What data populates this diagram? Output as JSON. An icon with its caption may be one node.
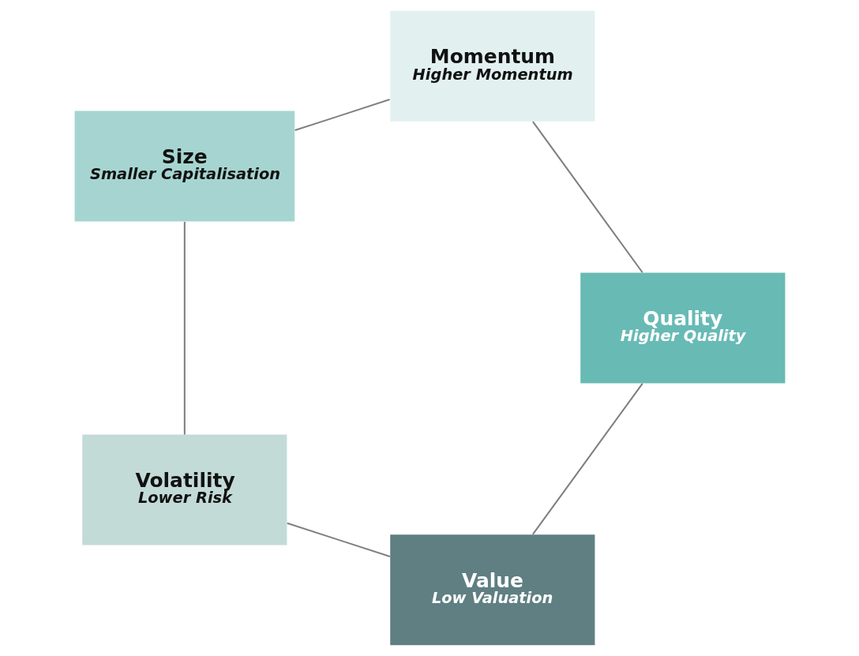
{
  "diagram": {
    "nodes": [
      {
        "text": [
          "Value",
          "Low Valuation"
        ]
      },
      {
        "text": [
          "Quality",
          "Higher Quality"
        ]
      },
      {
        "text": [
          "Volatility",
          "Lower Risk"
        ]
      },
      {
        "text": [
          "Momentum",
          "Higher Momentum"
        ]
      },
      {
        "text": [
          "Size",
          "Smaller Capitalisation"
        ]
      }
    ],
    "edges": [
      {
        "from": 0,
        "to": 2,
        "arrow": "none"
      },
      {
        "from": 2,
        "to": 4,
        "arrow": "none"
      },
      {
        "from": 4,
        "to": 3,
        "arrow": "none"
      },
      {
        "from": 3,
        "to": 1,
        "arrow": "none"
      },
      {
        "from": 1,
        "to": 0,
        "arrow": "none"
      }
    ]
  }
}
